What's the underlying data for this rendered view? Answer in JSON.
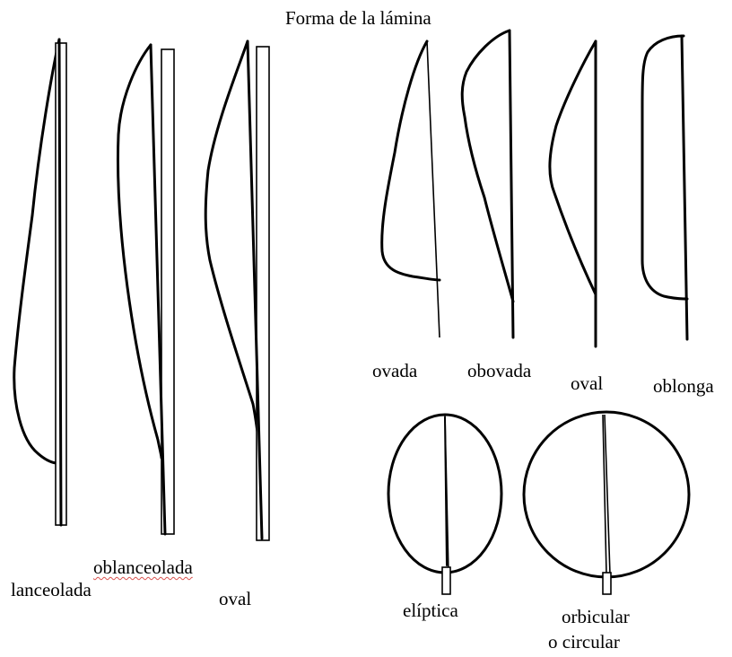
{
  "title": "Forma de la lámina",
  "shapes": {
    "lanceolada": "lanceolada",
    "oblanceolada": "oblanceolada",
    "oval_left": "oval",
    "ovada": "ovada",
    "obovada": "obovada",
    "oval_right": "oval",
    "oblonga": "oblonga",
    "eliptica": "elíptica",
    "orbicular_line1": "orbicular",
    "orbicular_line2": "o circular"
  }
}
